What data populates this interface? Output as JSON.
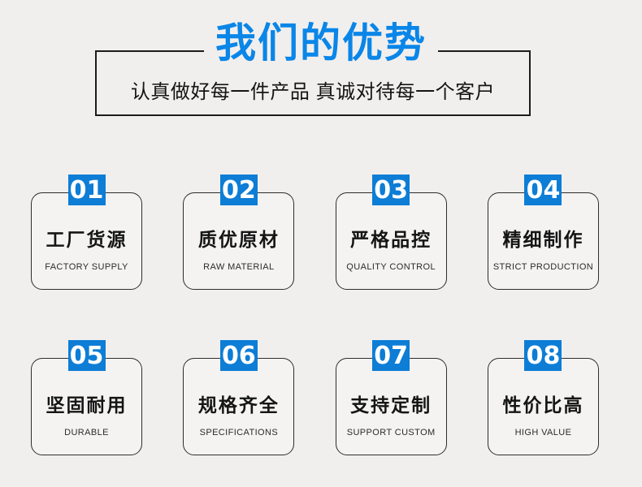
{
  "header": {
    "title": "我们的优势",
    "subtitle": "认真做好每一件产品 真诚对待每一个客户"
  },
  "colors": {
    "accent_blue": "#0a86e8",
    "badge_blue": "#0d7dd6",
    "page_bg": "#f1efee",
    "card_bg": "#f4f3f2",
    "border_dark": "#1c1c1c"
  },
  "cards": [
    {
      "number": "01",
      "title_zh": "工厂货源",
      "title_en": "FACTORY SUPPLY"
    },
    {
      "number": "02",
      "title_zh": "质优原材",
      "title_en": "RAW MATERIAL"
    },
    {
      "number": "03",
      "title_zh": "严格品控",
      "title_en": "QUALITY CONTROL"
    },
    {
      "number": "04",
      "title_zh": "精细制作",
      "title_en": "STRICT PRODUCTION"
    },
    {
      "number": "05",
      "title_zh": "坚固耐用",
      "title_en": "DURABLE"
    },
    {
      "number": "06",
      "title_zh": "规格齐全",
      "title_en": "SPECIFICATIONS"
    },
    {
      "number": "07",
      "title_zh": "支持定制",
      "title_en": "SUPPORT CUSTOM"
    },
    {
      "number": "08",
      "title_zh": "性价比高",
      "title_en": "HIGH VALUE"
    }
  ]
}
